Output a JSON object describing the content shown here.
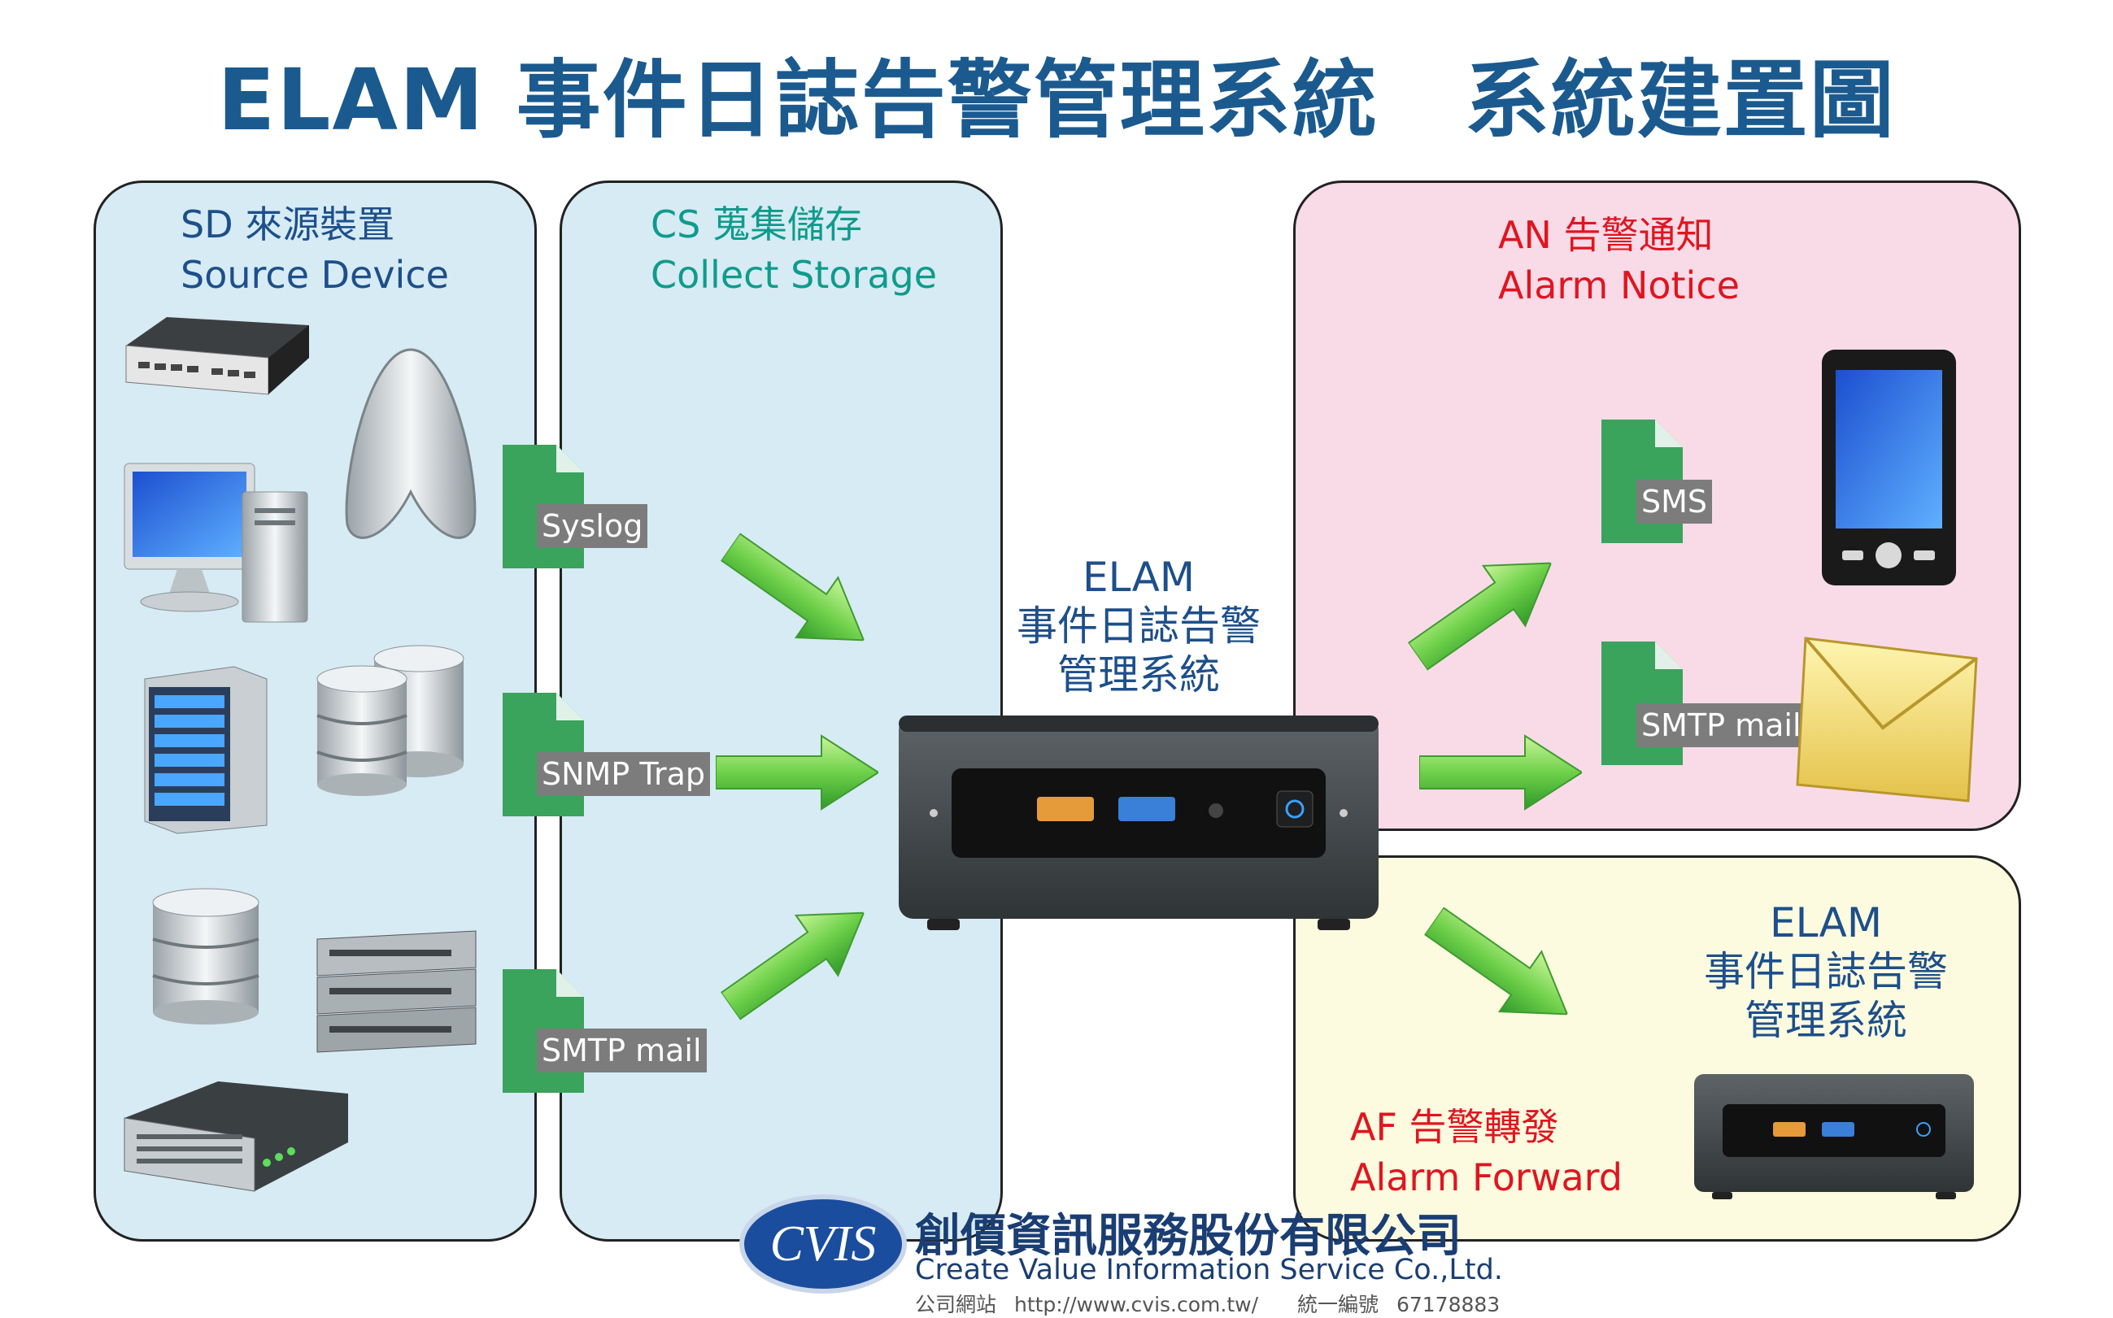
{
  "title": "ELAM 事件日誌告警管理系統　系統建置圖",
  "source_device": {
    "title_zh": "SD 來源裝置",
    "title_en": "Source Device"
  },
  "collect_storage": {
    "title_zh": "CS 蒐集儲存",
    "title_en": "Collect Storage"
  },
  "alarm_notice": {
    "title_zh": "AN 告警通知",
    "title_en": "Alarm Notice"
  },
  "alarm_forward": {
    "title_zh": "AF 告警轉發",
    "title_en": "Alarm Forward"
  },
  "inputs": [
    "Syslog",
    "SNMP Trap",
    "SMTP mail"
  ],
  "notices": [
    "SMS",
    "SMTP mail"
  ],
  "center_device": {
    "line1": "ELAM",
    "line2": "事件日誌告警",
    "line3": "管理系統"
  },
  "forward_device": {
    "line1": "ELAM",
    "line2": "事件日誌告警",
    "line3": "管理系統"
  },
  "company": {
    "logo": "CVIS",
    "name_zh": "創價資訊服務股份有限公司",
    "name_en": "Create Value Information Service Co.,Ltd.",
    "site_label": "公司網站",
    "url": "http://www.cvis.com.tw/",
    "tax_label": "統一編號",
    "tax_id": "67178883"
  },
  "colors": {
    "title": "#1b5a8f",
    "sd_cs_bg": "#d6ebf4",
    "an_bg": "#f9dbe8",
    "af_bg": "#fcfbe0",
    "doc_green": "#3aa35c",
    "arrow_green": "#6fd14a",
    "red": "#e0151f",
    "teal": "#0f9b8c"
  }
}
